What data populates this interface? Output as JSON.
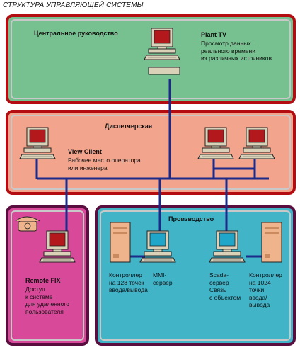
{
  "title": "СТРУКТУРА УПРАВЛЯЮЩЕЙ СИСТЕМЫ",
  "colors": {
    "green": "#77c08f",
    "salmon": "#f2a48d",
    "pink": "#d84a99",
    "blue": "#41b4c8",
    "border_red": "#b30d12",
    "border_purple": "#5a0e3f",
    "network_line": "#1c2a8a"
  },
  "central": {
    "heading": "Центральное руководство",
    "node_title": "Plant TV",
    "node_desc": [
      "Просмотр данных",
      "реального времени",
      "из различных источников"
    ]
  },
  "dispatch": {
    "heading": "Диспетчерская",
    "node_title": "View Client",
    "node_desc": [
      "Рабочее место оператора",
      "или инженера"
    ]
  },
  "remote": {
    "node_title": "Remote FIX",
    "node_desc": [
      "Доступ",
      "к системе",
      "для удаленного",
      "пользователя"
    ]
  },
  "production": {
    "heading": "Производство",
    "controller_128": [
      "Контроллер",
      "на 128 точек",
      "ввода/вывода"
    ],
    "mmi_server": [
      "MMI-",
      "сервер"
    ],
    "scada_server": [
      "Scada-",
      "сервер",
      "Связь",
      "с объектом"
    ],
    "controller_1024": [
      "Контроллер",
      "на 1024",
      "точки",
      "ввода/",
      "вывода"
    ]
  },
  "icons": {
    "workstation": "computer-terminal-icon",
    "controller": "controller-tower-icon",
    "phone": "telephone-icon"
  }
}
